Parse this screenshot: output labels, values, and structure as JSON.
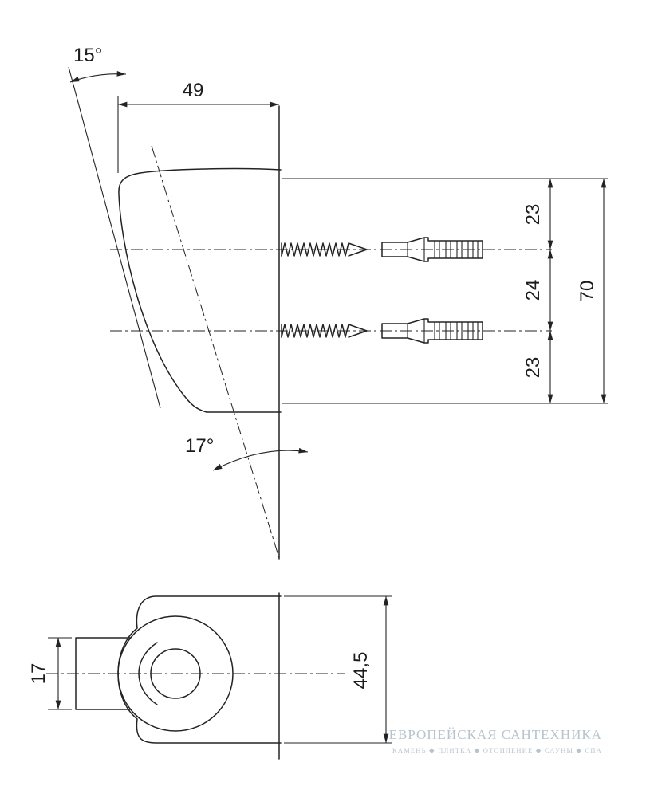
{
  "drawing": {
    "type": "technical-dimension-drawing",
    "background": "#ffffff",
    "line_color": "#232323",
    "dims": {
      "angle_15": "15°",
      "width_49": "49",
      "offset_23_top": "23",
      "spacing_24": "24",
      "offset_23_bottom": "23",
      "height_70": "70",
      "angle_17": "17°",
      "pin_17": "17",
      "depth_44_5": "44,5"
    },
    "watermark": {
      "title": "ЕВРОПЕЙСКАЯ САНТЕХНИКА",
      "subtitle": "КАМЕНЬ ◆ ПЛИТКА ◆ ОТОПЛЕНИЕ ◆ САУНЫ ◆ СПА",
      "color": "#b7c4ce"
    }
  }
}
